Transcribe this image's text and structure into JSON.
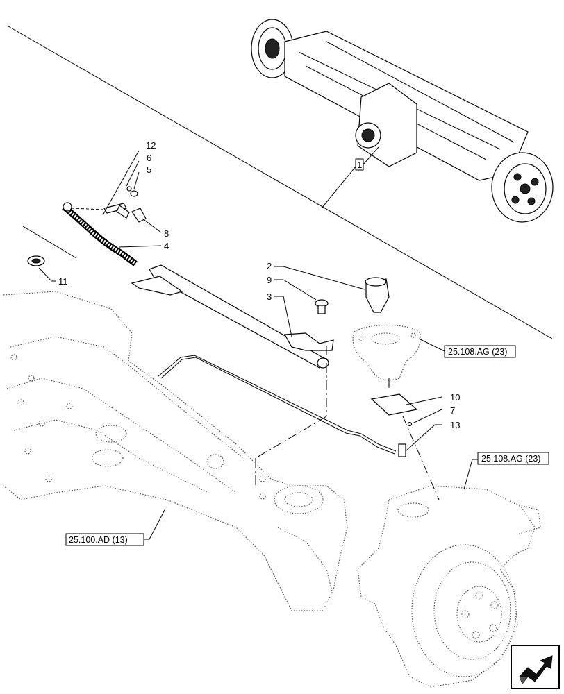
{
  "callouts": {
    "c1": "1",
    "c2": "2",
    "c3": "3",
    "c4": "4",
    "c5": "5",
    "c6": "6",
    "c7": "7",
    "c8": "8",
    "c9": "9",
    "c10": "10",
    "c11": "11",
    "c12": "12",
    "c13": "13"
  },
  "references": {
    "ref_top": "25.108.AG (23)",
    "ref_mid": "25.108.AG (23)",
    "ref_axle": "25.100.AD (13)"
  },
  "icons": {
    "nav": "next-page-arrow-icon"
  }
}
